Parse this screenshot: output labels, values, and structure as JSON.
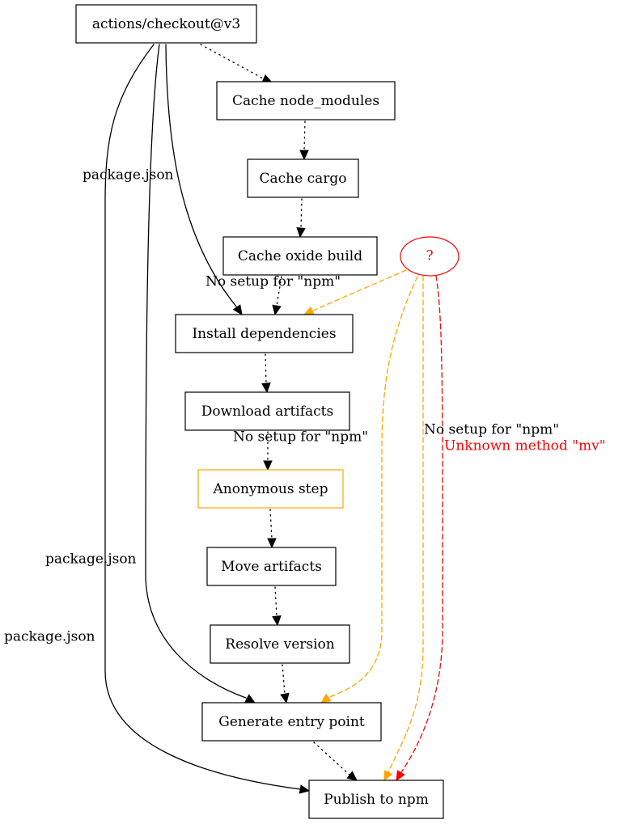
{
  "colors": {
    "default": "#000000",
    "warning": "#FFA500",
    "error": "#FF0000"
  },
  "nodes": [
    {
      "id": "checkout",
      "label": "actions/checkout@v3",
      "shape": "box",
      "status": "default"
    },
    {
      "id": "cache_node_modules",
      "label": "Cache node_modules",
      "shape": "box",
      "status": "default"
    },
    {
      "id": "cache_cargo",
      "label": "Cache cargo",
      "shape": "box",
      "status": "default"
    },
    {
      "id": "cache_oxide",
      "label": "Cache oxide build",
      "shape": "box",
      "status": "default"
    },
    {
      "id": "unknown",
      "label": "?",
      "shape": "ellipse",
      "status": "error"
    },
    {
      "id": "install_deps",
      "label": "Install dependencies",
      "shape": "box",
      "status": "default"
    },
    {
      "id": "download_artifacts",
      "label": "Download artifacts",
      "shape": "box",
      "status": "default"
    },
    {
      "id": "anonymous_step",
      "label": "Anonymous step",
      "shape": "box",
      "status": "warning"
    },
    {
      "id": "move_artifacts",
      "label": "Move artifacts",
      "shape": "box",
      "status": "default"
    },
    {
      "id": "resolve_version",
      "label": "Resolve version",
      "shape": "box",
      "status": "default"
    },
    {
      "id": "generate_entry",
      "label": "Generate entry point",
      "shape": "box",
      "status": "default"
    },
    {
      "id": "publish_npm",
      "label": "Publish to npm",
      "shape": "box",
      "status": "default"
    }
  ],
  "edges": [
    {
      "id": "e1",
      "from": "checkout",
      "to": "cache_node_modules",
      "style": "dotted",
      "status": "default",
      "label": ""
    },
    {
      "id": "e2",
      "from": "cache_node_modules",
      "to": "cache_cargo",
      "style": "dotted",
      "status": "default",
      "label": ""
    },
    {
      "id": "e3",
      "from": "cache_cargo",
      "to": "cache_oxide",
      "style": "dotted",
      "status": "default",
      "label": ""
    },
    {
      "id": "e4",
      "from": "cache_oxide",
      "to": "install_deps",
      "style": "dotted",
      "status": "default",
      "label": ""
    },
    {
      "id": "e5",
      "from": "install_deps",
      "to": "download_artifacts",
      "style": "dotted",
      "status": "default",
      "label": ""
    },
    {
      "id": "e6",
      "from": "download_artifacts",
      "to": "anonymous_step",
      "style": "dotted",
      "status": "default",
      "label": ""
    },
    {
      "id": "e7",
      "from": "anonymous_step",
      "to": "move_artifacts",
      "style": "dotted",
      "status": "default",
      "label": ""
    },
    {
      "id": "e8",
      "from": "move_artifacts",
      "to": "resolve_version",
      "style": "dotted",
      "status": "default",
      "label": ""
    },
    {
      "id": "e9",
      "from": "resolve_version",
      "to": "generate_entry",
      "style": "dotted",
      "status": "default",
      "label": ""
    },
    {
      "id": "e10",
      "from": "generate_entry",
      "to": "publish_npm",
      "style": "dotted",
      "status": "default",
      "label": ""
    },
    {
      "id": "e11",
      "from": "checkout",
      "to": "install_deps",
      "style": "solid",
      "status": "default",
      "label": "package.json"
    },
    {
      "id": "e12",
      "from": "checkout",
      "to": "generate_entry",
      "style": "solid",
      "status": "default",
      "label": "package.json"
    },
    {
      "id": "e13",
      "from": "checkout",
      "to": "publish_npm",
      "style": "solid",
      "status": "default",
      "label": "package.json"
    },
    {
      "id": "e14",
      "from": "unknown",
      "to": "install_deps",
      "style": "dashed",
      "status": "warning",
      "label": "No setup for \"npm\""
    },
    {
      "id": "e15",
      "from": "unknown",
      "to": "generate_entry",
      "style": "dashed",
      "status": "warning",
      "label": "No setup for \"npm\""
    },
    {
      "id": "e16",
      "from": "unknown",
      "to": "publish_npm",
      "style": "dashed",
      "status": "warning",
      "label": "No setup for \"npm\""
    },
    {
      "id": "e17",
      "from": "unknown",
      "to": "publish_npm",
      "style": "dashed",
      "status": "error",
      "label": "Unknown method \"mv\""
    }
  ]
}
